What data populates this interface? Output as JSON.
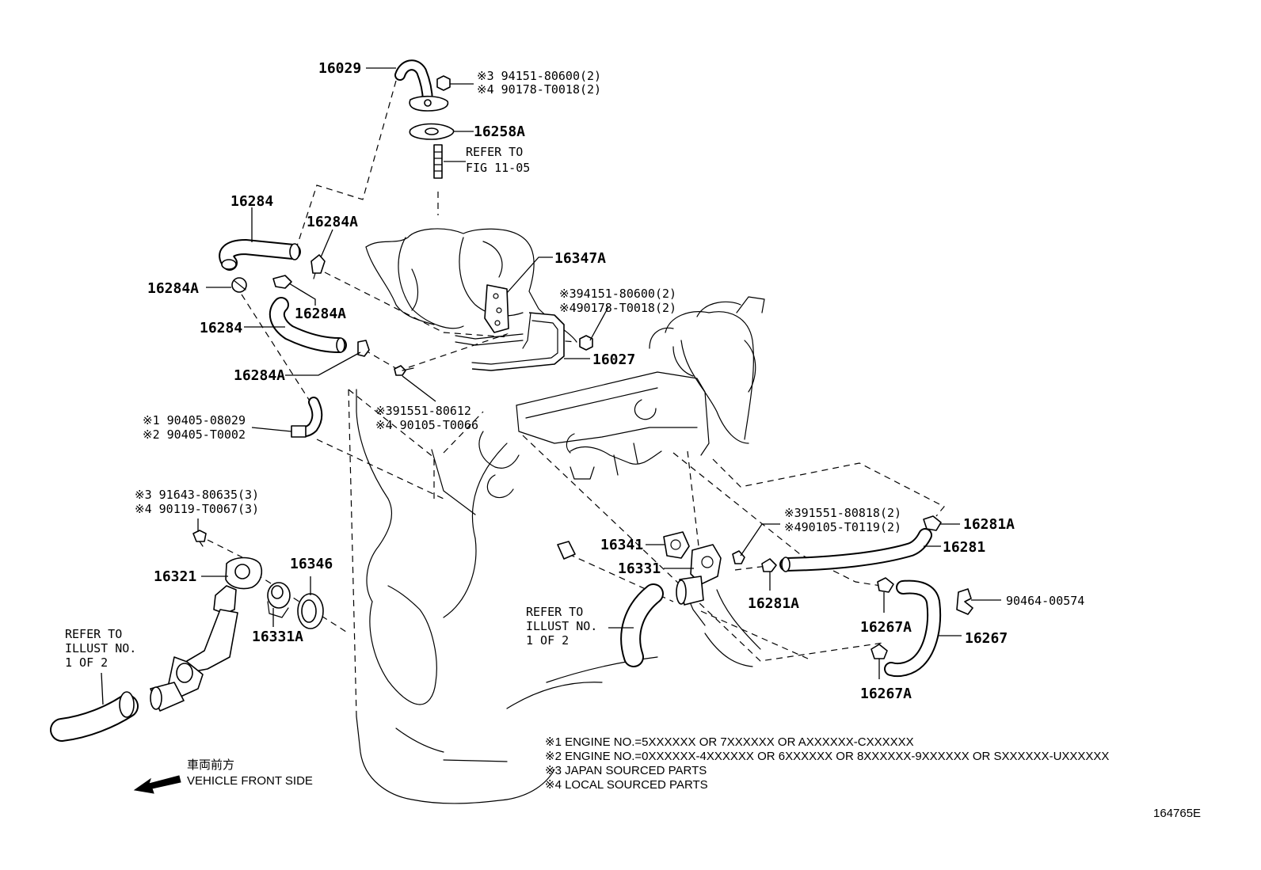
{
  "labels": {
    "p16029": "16029",
    "p94151_a": "※3 94151-80600(2)",
    "p90178_a": "※4 90178-T0018(2)",
    "p16258A": "16258A",
    "refer_fig_1": "REFER TO",
    "refer_fig_2": "FIG 11-05",
    "p16284_top": "16284",
    "p16284A_top": "16284A",
    "p16284A_left": "16284A",
    "p16284A_mid": "16284A",
    "p16284_mid": "16284",
    "p16284A_bottom": "16284A",
    "p16347A": "16347A",
    "p94151_b": "※394151-80600(2)",
    "p90178_b": "※490178-T0018(2)",
    "p16027": "16027",
    "p91551_a": "※391551-80612",
    "p90105_a": "※4 90105-T0066",
    "p90405_1": "※1 90405-08029",
    "p90405_2": "※2 90405-T0002",
    "p91643": "※3 91643-80635(3)",
    "p90119": "※4 90119-T0067(3)",
    "p16321": "16321",
    "p16346": "16346",
    "p16331A": "16331A",
    "refer_illust_left_1": "REFER TO",
    "refer_illust_left_2": "ILLUST NO.",
    "refer_illust_left_3": "1 OF 2",
    "refer_illust_mid_1": "REFER TO",
    "refer_illust_mid_2": "ILLUST NO.",
    "refer_illust_mid_3": "1 OF 2",
    "p16341": "16341",
    "p16331": "16331",
    "p91551_b": "※391551-80818(2)",
    "p90105_b": "※490105-T0119(2)",
    "p16281A_top": "16281A",
    "p16281": "16281",
    "p16281A_bottom": "16281A",
    "p16267A_top": "16267A",
    "p16267": "16267",
    "p16267A_bottom": "16267A",
    "p90464": "90464-00574",
    "front_jp": "車両前方",
    "front_en": "VEHICLE FRONT SIDE",
    "note1": "※1 ENGINE NO.=5XXXXXX OR 7XXXXXX OR AXXXXXX-CXXXXXX",
    "note2": "※2 ENGINE NO.=0XXXXXX-4XXXXXX OR 6XXXXXX OR 8XXXXXX-9XXXXXX OR SXXXXXX-UXXXXXX",
    "note3": "※3 JAPAN SOURCED PARTS",
    "note4": "※4 LOCAL SOURCED PARTS",
    "illustration_id": "164765E"
  }
}
